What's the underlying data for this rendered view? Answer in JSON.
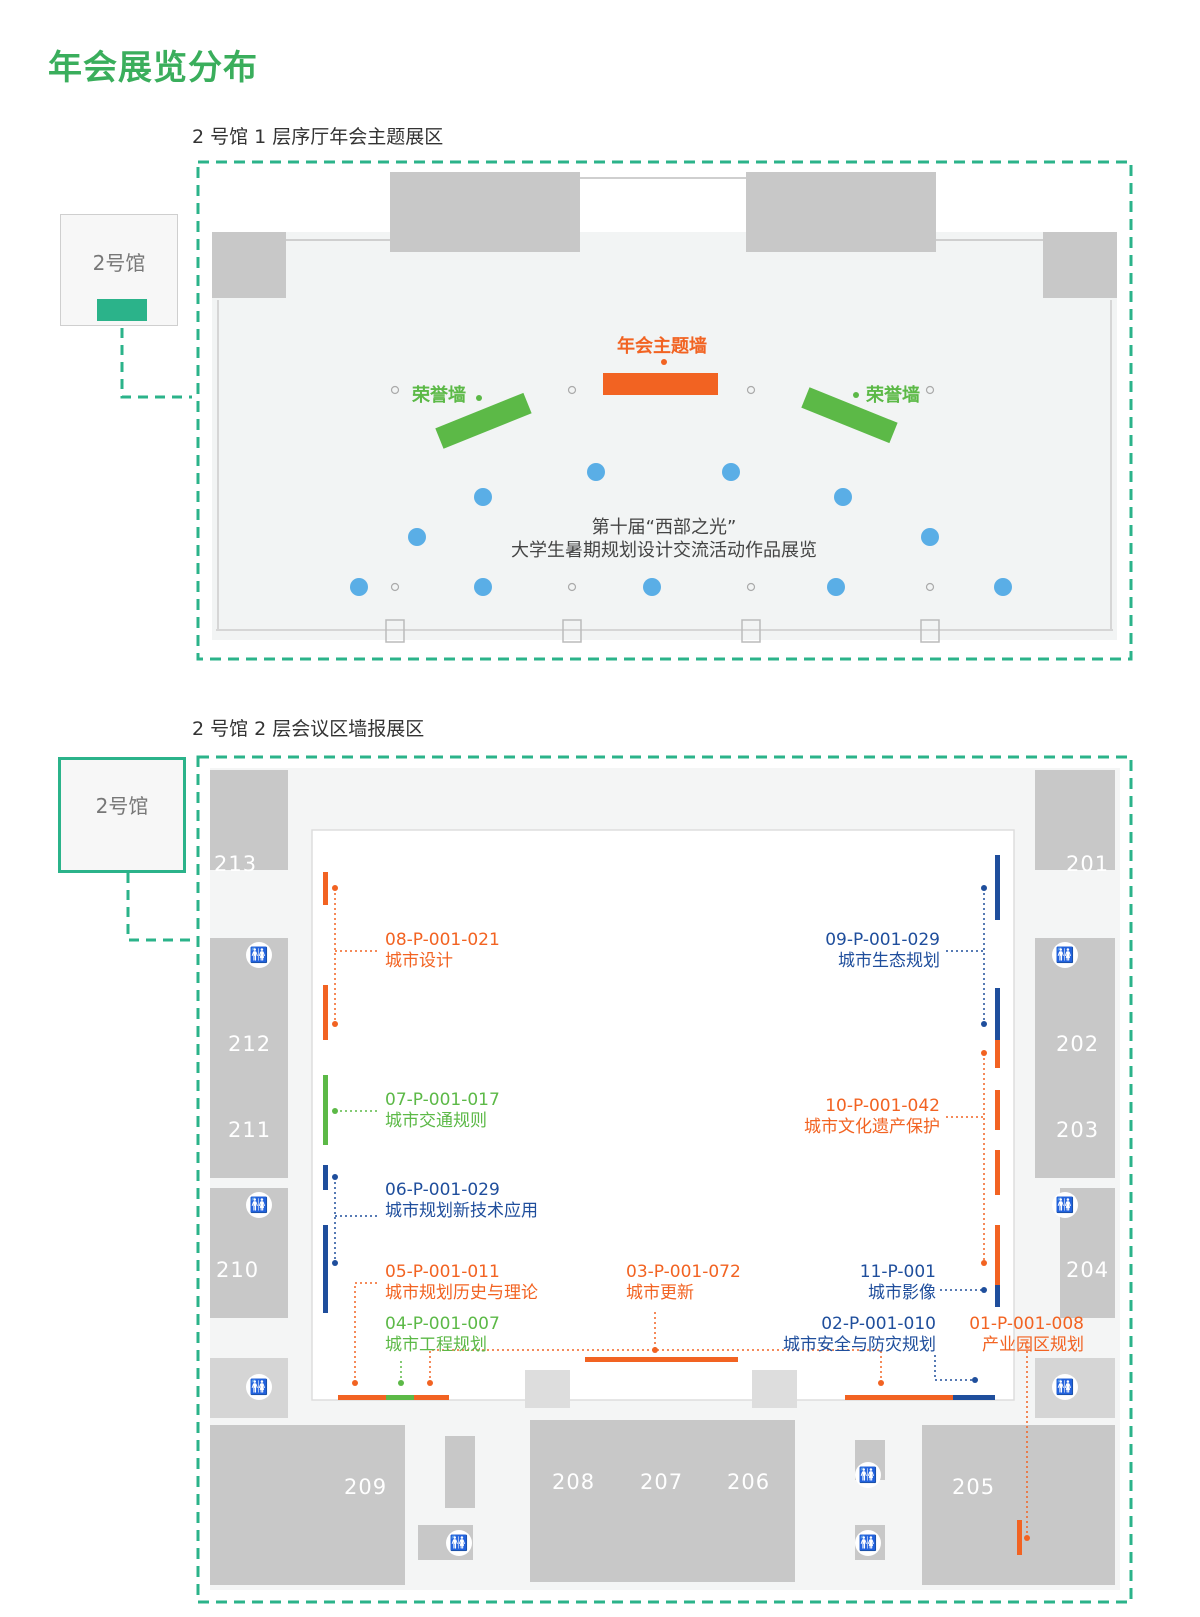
{
  "page_title": "年会展览分布",
  "section1": {
    "label": "2 号馆 1 层序厅年会主题展区",
    "mini_map_label": "2号馆",
    "theme_wall": "年会主题墙",
    "honor_wall_left": "荣誉墙",
    "honor_wall_right": "荣誉墙",
    "exhibition_line1": "第十届“西部之光”",
    "exhibition_line2": "大学生暑期规划设计交流活动作品展览"
  },
  "section2": {
    "label": "2 号馆 2 层会议区墙报展区",
    "mini_map_label": "2号馆",
    "exhibits": [
      {
        "code": "08-P-001-021",
        "name": "城市设计",
        "color": "#f26322"
      },
      {
        "code": "07-P-001-017",
        "name": "城市交通规则",
        "color": "#5cb947"
      },
      {
        "code": "06-P-001-029",
        "name": "城市规划新技术应用",
        "color": "#1f4e9c"
      },
      {
        "code": "05-P-001-011",
        "name": "城市规划历史与理论",
        "color": "#f26322"
      },
      {
        "code": "04-P-001-007",
        "name": "城市工程规划",
        "color": "#5cb947"
      },
      {
        "code": "03-P-001-072",
        "name": "城市更新",
        "color": "#f26322"
      },
      {
        "code": "02-P-001-010",
        "name": "城市安全与防灾规划",
        "color": "#1f4e9c"
      },
      {
        "code": "01-P-001-008",
        "name": "产业园区规划",
        "color": "#f26322"
      },
      {
        "code": "09-P-001-029",
        "name": "城市生态规划",
        "color": "#1f4e9c"
      },
      {
        "code": "10-P-001-042",
        "name": "城市文化遗产保护",
        "color": "#f26322"
      },
      {
        "code": "11-P-001",
        "name": "城市影像",
        "color": "#1f4e9c"
      }
    ],
    "rooms": [
      "213",
      "212",
      "211",
      "210",
      "209",
      "208",
      "207",
      "206",
      "205",
      "204",
      "203",
      "202",
      "201"
    ]
  },
  "colors": {
    "brand_green": "#3aae5c",
    "frame_teal": "#2bb38a",
    "orange": "#f26322",
    "green": "#5cb947",
    "blue": "#1f4e9c",
    "light_blue_dot": "#5aaee6",
    "gray_block": "#c8c8c8"
  },
  "icons": {
    "restroom": "restroom-icon"
  }
}
